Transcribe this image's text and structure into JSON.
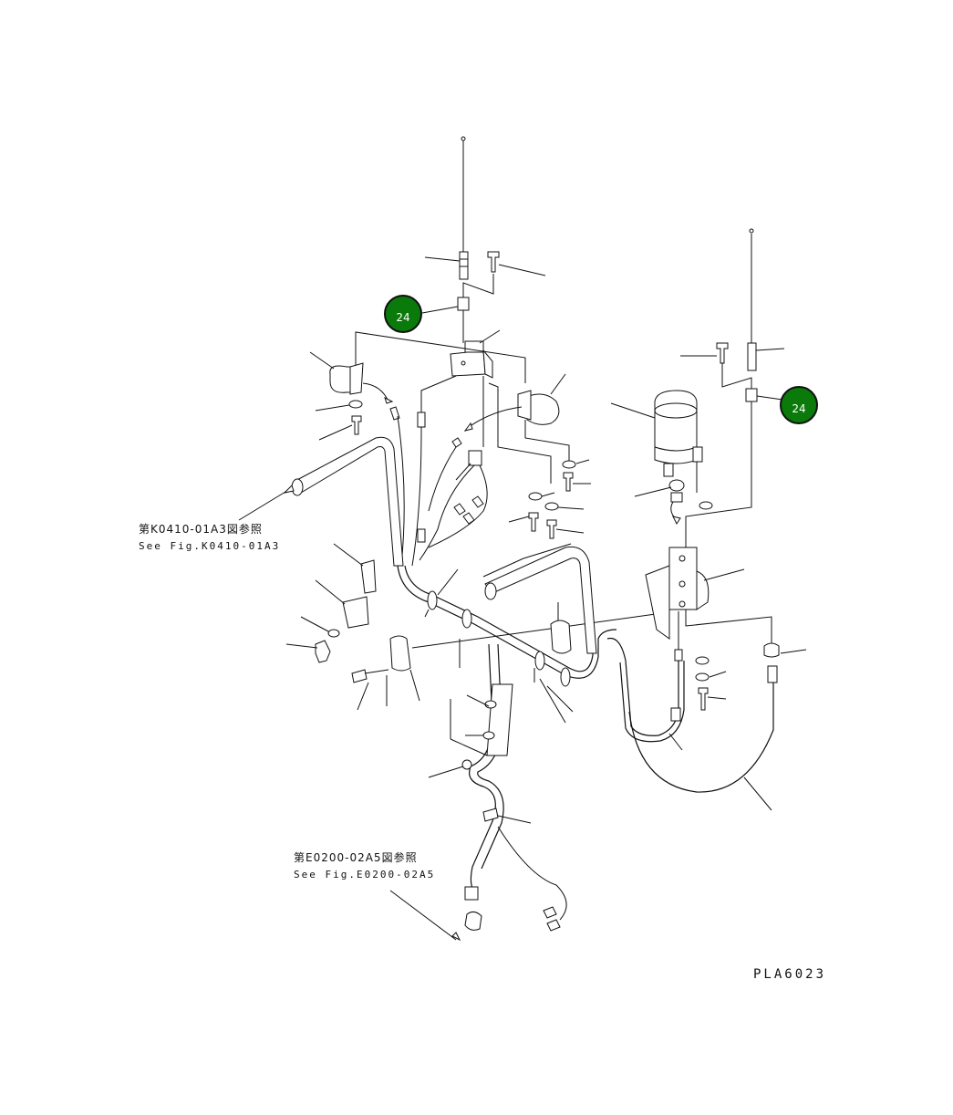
{
  "references": [
    {
      "jp": "第K0410-01A3図参照",
      "en": "See Fig.K0410-01A3"
    },
    {
      "jp": "第E0200-02A5図参照",
      "en": "See Fig.E0200-02A5"
    }
  ],
  "callouts": [
    {
      "label": "24",
      "color": "#0a7a0a"
    },
    {
      "label": "24",
      "color": "#0a7a0a"
    }
  ],
  "drawing_id": "PLA6023"
}
